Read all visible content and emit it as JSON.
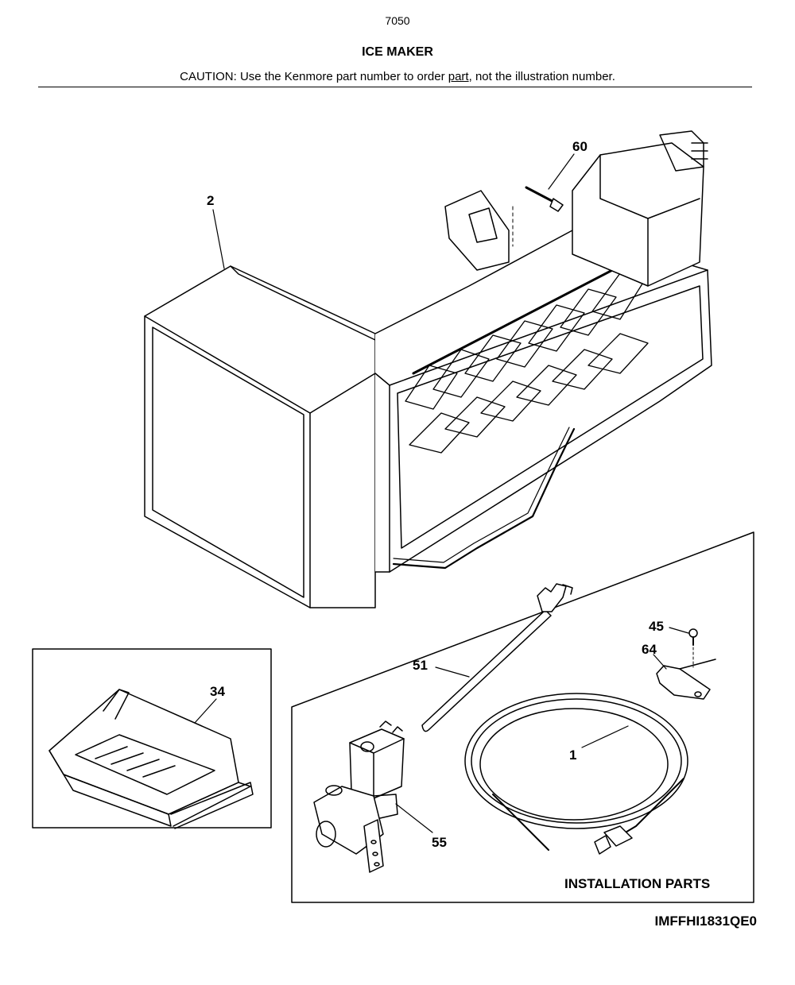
{
  "header": {
    "page_number": "7050",
    "title": "ICE MAKER",
    "caution_prefix": "CAUTION: Use the Kenmore part number to order ",
    "caution_underlined": "part",
    "caution_suffix": ", not the illustration number."
  },
  "callouts": {
    "ice_maker_assembly": "2",
    "screw_60": "60",
    "ice_bucket": "34",
    "fill_tube": "51",
    "screw_45": "45",
    "clamp": "64",
    "water_tubing": "1",
    "water_valve": "55"
  },
  "installation_parts_label": "INSTALLATION PARTS",
  "reference_code": "IMFFHI1831QE0"
}
